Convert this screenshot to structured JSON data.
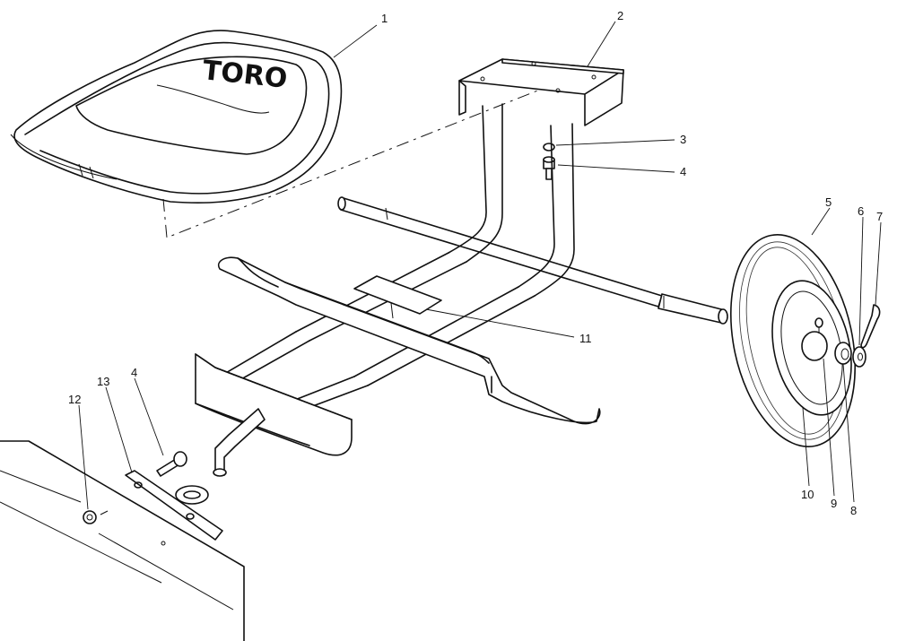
{
  "seat": {
    "brand_text": "TORO"
  },
  "callouts": [
    {
      "id": "1",
      "label": "1"
    },
    {
      "id": "2",
      "label": "2"
    },
    {
      "id": "3",
      "label": "3"
    },
    {
      "id": "4a",
      "label": "4"
    },
    {
      "id": "5",
      "label": "5"
    },
    {
      "id": "6",
      "label": "6"
    },
    {
      "id": "7",
      "label": "7"
    },
    {
      "id": "8",
      "label": "8"
    },
    {
      "id": "9",
      "label": "9"
    },
    {
      "id": "10",
      "label": "10"
    },
    {
      "id": "11",
      "label": "11"
    },
    {
      "id": "12",
      "label": "12"
    },
    {
      "id": "13",
      "label": "13"
    },
    {
      "id": "4b",
      "label": "4"
    }
  ]
}
